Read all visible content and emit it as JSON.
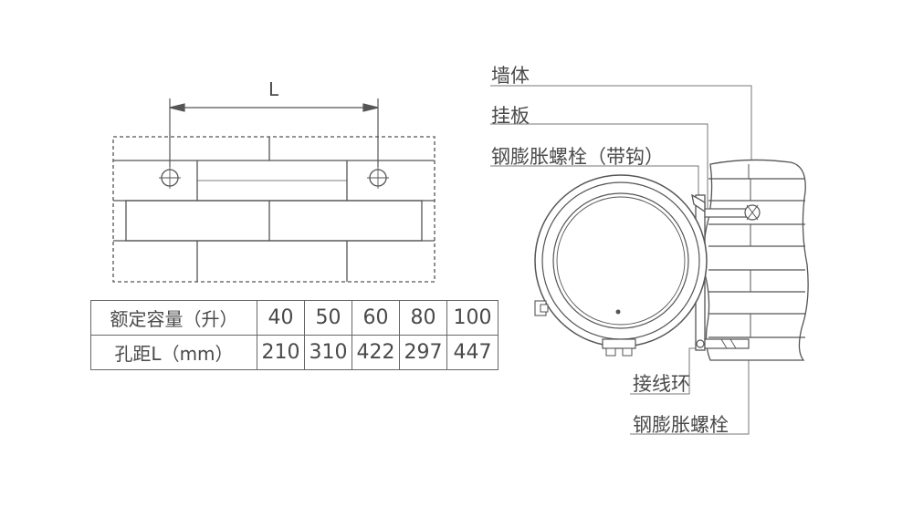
{
  "dimension": {
    "label": "L"
  },
  "callouts": {
    "wall": "墙体",
    "hanging_plate": "挂板",
    "hook_bolt": "钢膨胀螺栓（带钩）",
    "ground_ring": "接线环",
    "expansion_bolt": "钢膨胀螺栓"
  },
  "spec_table": {
    "rows": [
      {
        "header": "额定容量（升）",
        "values": [
          "40",
          "50",
          "60",
          "80",
          "100"
        ]
      },
      {
        "header": "孔距L（mm）",
        "values": [
          "210",
          "310",
          "422",
          "297",
          "447"
        ]
      }
    ]
  },
  "colors": {
    "line": "#555555",
    "wall_fill": "#ffffff"
  }
}
